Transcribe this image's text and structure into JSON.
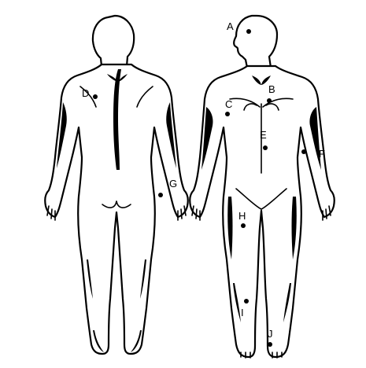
{
  "figures": {
    "back": {
      "labels": [
        {
          "id": "D",
          "text": "D"
        },
        {
          "id": "G",
          "text": "G"
        }
      ]
    },
    "front": {
      "labels": [
        {
          "id": "A",
          "text": "A"
        },
        {
          "id": "B",
          "text": "B"
        },
        {
          "id": "C",
          "text": "C"
        },
        {
          "id": "E",
          "text": "E"
        },
        {
          "id": "F",
          "text": "F"
        },
        {
          "id": "H",
          "text": "H"
        },
        {
          "id": "I",
          "text": "I"
        },
        {
          "id": "J",
          "text": "J"
        }
      ]
    }
  }
}
